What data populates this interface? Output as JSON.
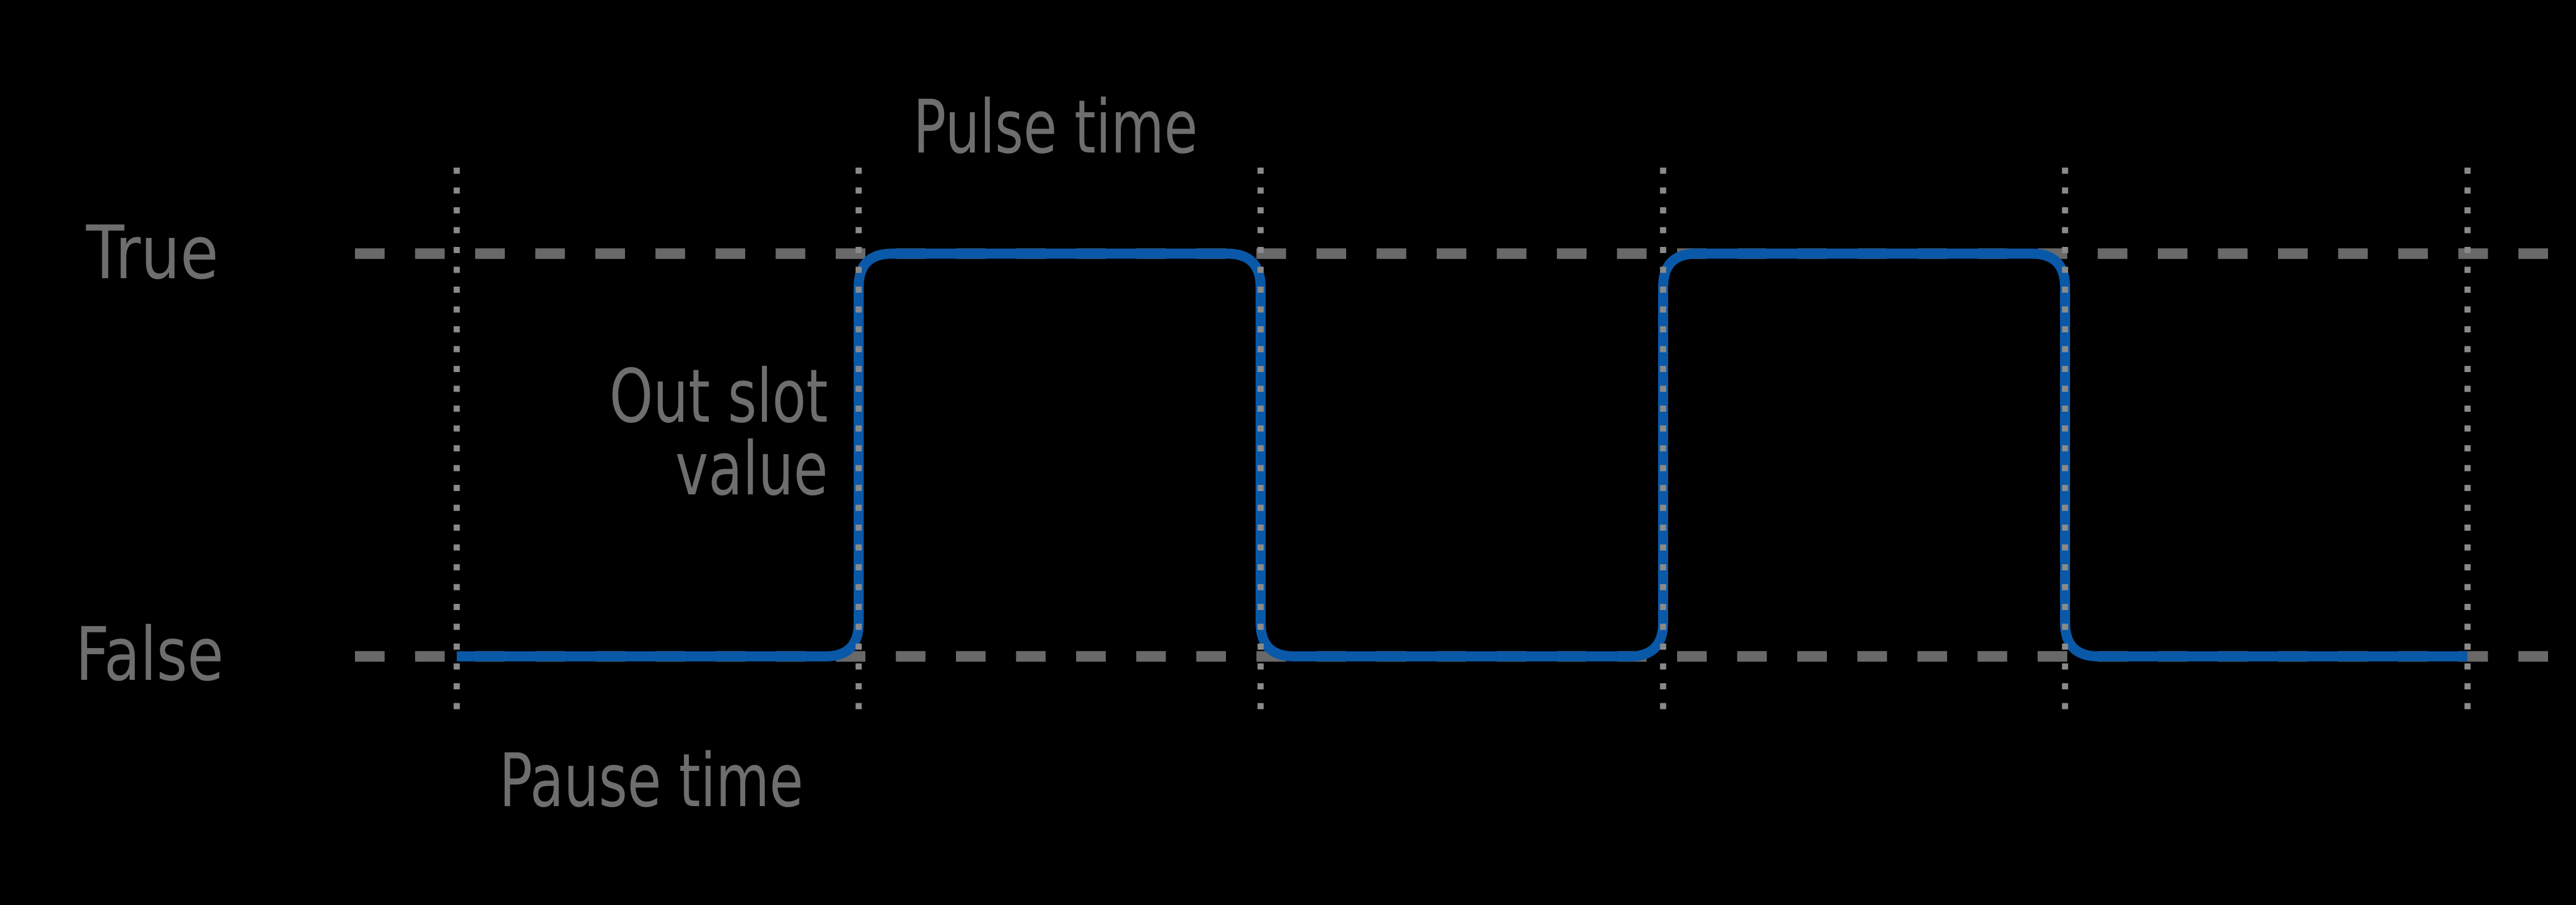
{
  "diagram": {
    "labels": {
      "true_level": "True",
      "false_level": "False",
      "pulse_time": "Pulse time",
      "pause_time": "Pause time",
      "out_slot_line1": "Out slot",
      "out_slot_line2": "value"
    },
    "colors": {
      "background": "#000000",
      "signal": "#0a58a8",
      "dashed_level": "#696969",
      "dotted_grid": "#8a8a8a",
      "label_text": "#6e6e6e"
    },
    "waveform": {
      "type": "boolean-pulse-train",
      "levels": [
        "True",
        "False"
      ],
      "slot_values": [
        "False",
        "True",
        "False",
        "True",
        "False"
      ],
      "pulse_slots": [
        1,
        3
      ],
      "pause_slots": [
        0,
        2,
        4
      ],
      "slot_boundaries_count": 6
    }
  }
}
